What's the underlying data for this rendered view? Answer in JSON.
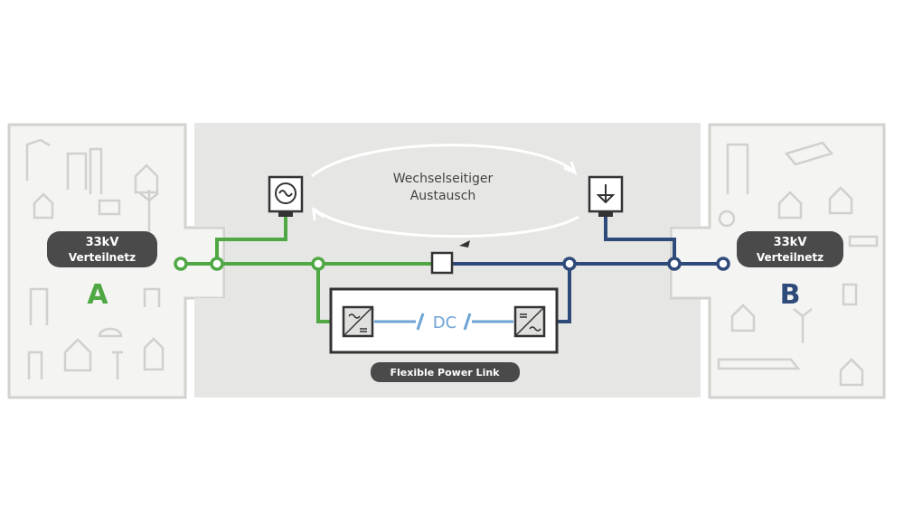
{
  "grid_a": {
    "voltage": "33kV",
    "label": "Verteilnetz",
    "letter": "A"
  },
  "grid_b": {
    "voltage": "33kV",
    "label": "Verteilnetz",
    "letter": "B"
  },
  "exchange_label": {
    "line1": "Wechselseitiger",
    "line2": "Austausch"
  },
  "dc_label": "DC",
  "device_label": "Flexible Power Link",
  "colors": {
    "grid_a": "#4fa843",
    "grid_b": "#2e4a7a",
    "dc_link": "#6ea3d6",
    "background_area": "#e6e6e4",
    "outline": "#c9c9c6",
    "pill": "#4a4a4a"
  },
  "icons": {
    "generator": "ac-source-icon",
    "consumer": "load-arrow-icon",
    "converter": "ac-dc-converter-icon",
    "switch": "breaker-icon"
  }
}
